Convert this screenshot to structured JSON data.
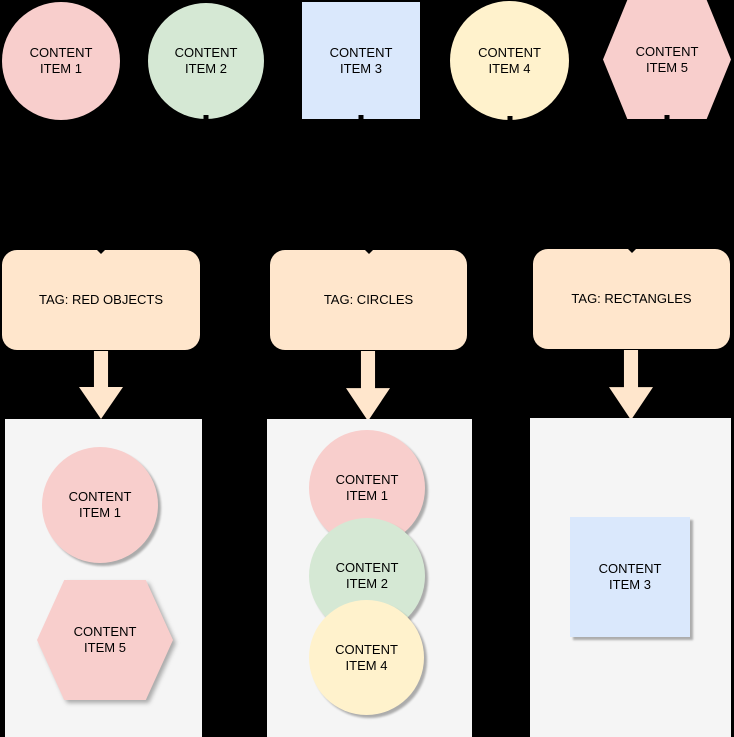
{
  "palette": {
    "background": "#000000",
    "pink": "#F8CECC",
    "green": "#D5E8D4",
    "blue": "#DAE8FC",
    "yellow": "#FFF2CC",
    "tag_peach": "#FFE6CC",
    "panel_gray": "#F5F5F5",
    "text": "#000000"
  },
  "top_row": {
    "items": [
      {
        "label": "CONTENT ITEM 1",
        "shape": "circle",
        "color": "#F8CECC"
      },
      {
        "label": "CONTENT ITEM 2",
        "shape": "circle",
        "color": "#D5E8D4"
      },
      {
        "label": "CONTENT ITEM 3",
        "shape": "square",
        "color": "#DAE8FC"
      },
      {
        "label": "CONTENT ITEM 4",
        "shape": "circle",
        "color": "#FFF2CC"
      },
      {
        "label": "CONTENT ITEM 5",
        "shape": "hexagon",
        "color": "#F8CECC"
      }
    ]
  },
  "tags": [
    {
      "label": "TAG: RED OBJECTS"
    },
    {
      "label": "TAG: CIRCLES"
    },
    {
      "label": "TAG: RECTANGLES"
    }
  ],
  "groups": [
    {
      "tag": "TAG: RED OBJECTS",
      "items": [
        {
          "label": "CONTENT ITEM 1",
          "shape": "circle",
          "color": "#F8CECC"
        },
        {
          "label": "CONTENT ITEM 5",
          "shape": "hexagon",
          "color": "#F8CECC"
        }
      ]
    },
    {
      "tag": "TAG: CIRCLES",
      "items": [
        {
          "label": "CONTENT ITEM 1",
          "shape": "circle",
          "color": "#F8CECC"
        },
        {
          "label": "CONTENT ITEM 2",
          "shape": "circle",
          "color": "#D5E8D4"
        },
        {
          "label": "CONTENT ITEM 4",
          "shape": "circle",
          "color": "#FFF2CC"
        }
      ]
    },
    {
      "tag": "TAG: RECTANGLES",
      "items": [
        {
          "label": "CONTENT ITEM 3",
          "shape": "square",
          "color": "#DAE8FC"
        }
      ]
    }
  ]
}
